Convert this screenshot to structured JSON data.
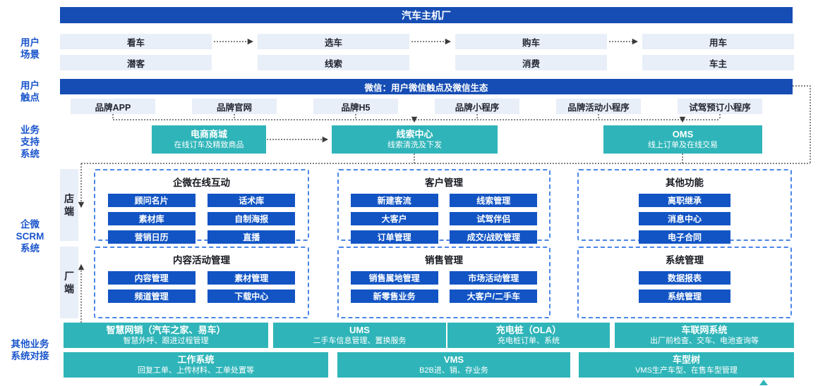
{
  "header": {
    "title": "汽车主机厂"
  },
  "scenario": {
    "label": [
      "用户",
      "场景"
    ],
    "stages": [
      "看车",
      "选车",
      "购车",
      "用车"
    ],
    "states": [
      "潜客",
      "线索",
      "消费",
      "车主"
    ]
  },
  "touchpoint": {
    "label": [
      "用户",
      "触点"
    ],
    "wechat_bar": "微信：用户微信触点及微信生态",
    "channels": [
      "品牌APP",
      "品牌官网",
      "品牌H5",
      "品牌小程序",
      "品牌活动小程序",
      "试驾预订小程序"
    ]
  },
  "support": {
    "label": [
      "业务",
      "支持",
      "系统"
    ],
    "systems": [
      {
        "title": "电商商城",
        "subtitle": "在线订车及精致商品"
      },
      {
        "title": "线索中心",
        "subtitle": "线索清洗及下发"
      },
      {
        "title": "OMS",
        "subtitle": "线上订单及在线交易"
      }
    ]
  },
  "scrm": {
    "label": [
      "企微",
      "SCRM",
      "系统"
    ],
    "store": {
      "side_label": "店端",
      "groups": [
        {
          "title": "企微在线互动",
          "items": [
            "顾问名片",
            "话术库",
            "素材库",
            "自制海报",
            "营销日历",
            "直播"
          ]
        },
        {
          "title": "客户管理",
          "items": [
            "新建客流",
            "线索管理",
            "大客户",
            "试驾伴侣",
            "订单管理",
            "成交/战败管理"
          ]
        },
        {
          "title": "其他功能",
          "items": [
            "离职继承",
            "消息中心",
            "电子合同"
          ]
        }
      ]
    },
    "factory": {
      "side_label": "厂端",
      "groups": [
        {
          "title": "内容活动管理",
          "items": [
            "内容管理",
            "素材管理",
            "频道管理",
            "下载中心"
          ]
        },
        {
          "title": "销售管理",
          "items": [
            "销售属地管理",
            "市场活动管理",
            "新零售业务",
            "大客户/二手车"
          ]
        },
        {
          "title": "系统管理",
          "items": [
            "数据报表",
            "系统管理"
          ]
        }
      ]
    }
  },
  "external": {
    "label": [
      "其他业务",
      "系统对接"
    ],
    "row1": [
      {
        "title": "智慧网销（汽车之家、易车）",
        "subtitle": "智慧外呼、跟进过程管理"
      },
      {
        "title": "UMS",
        "subtitle": "二手车信息管理、置换服务"
      },
      {
        "title": "充电桩（OLA）",
        "subtitle": "充电桩订单、系统"
      },
      {
        "title": "车联网系统",
        "subtitle": "出厂前检查、交车、电池查询等"
      }
    ],
    "row2": [
      {
        "title": "工作系统",
        "subtitle": "回复工单、上传材料、工单处置等"
      },
      {
        "title": "VMS",
        "subtitle": "B2B进、销、存业务"
      },
      {
        "title": "车型树",
        "subtitle": "VMS生产车型、在售车型管理"
      }
    ]
  },
  "colors": {
    "primary_blue": "#164DB4",
    "button_blue": "#1254C4",
    "teal": "#2FB5B9",
    "light_box": "#E9EFF8",
    "dashed_border": "#4C86E8",
    "label_text": "#1A55CC",
    "connector": "#3A3A3A"
  }
}
